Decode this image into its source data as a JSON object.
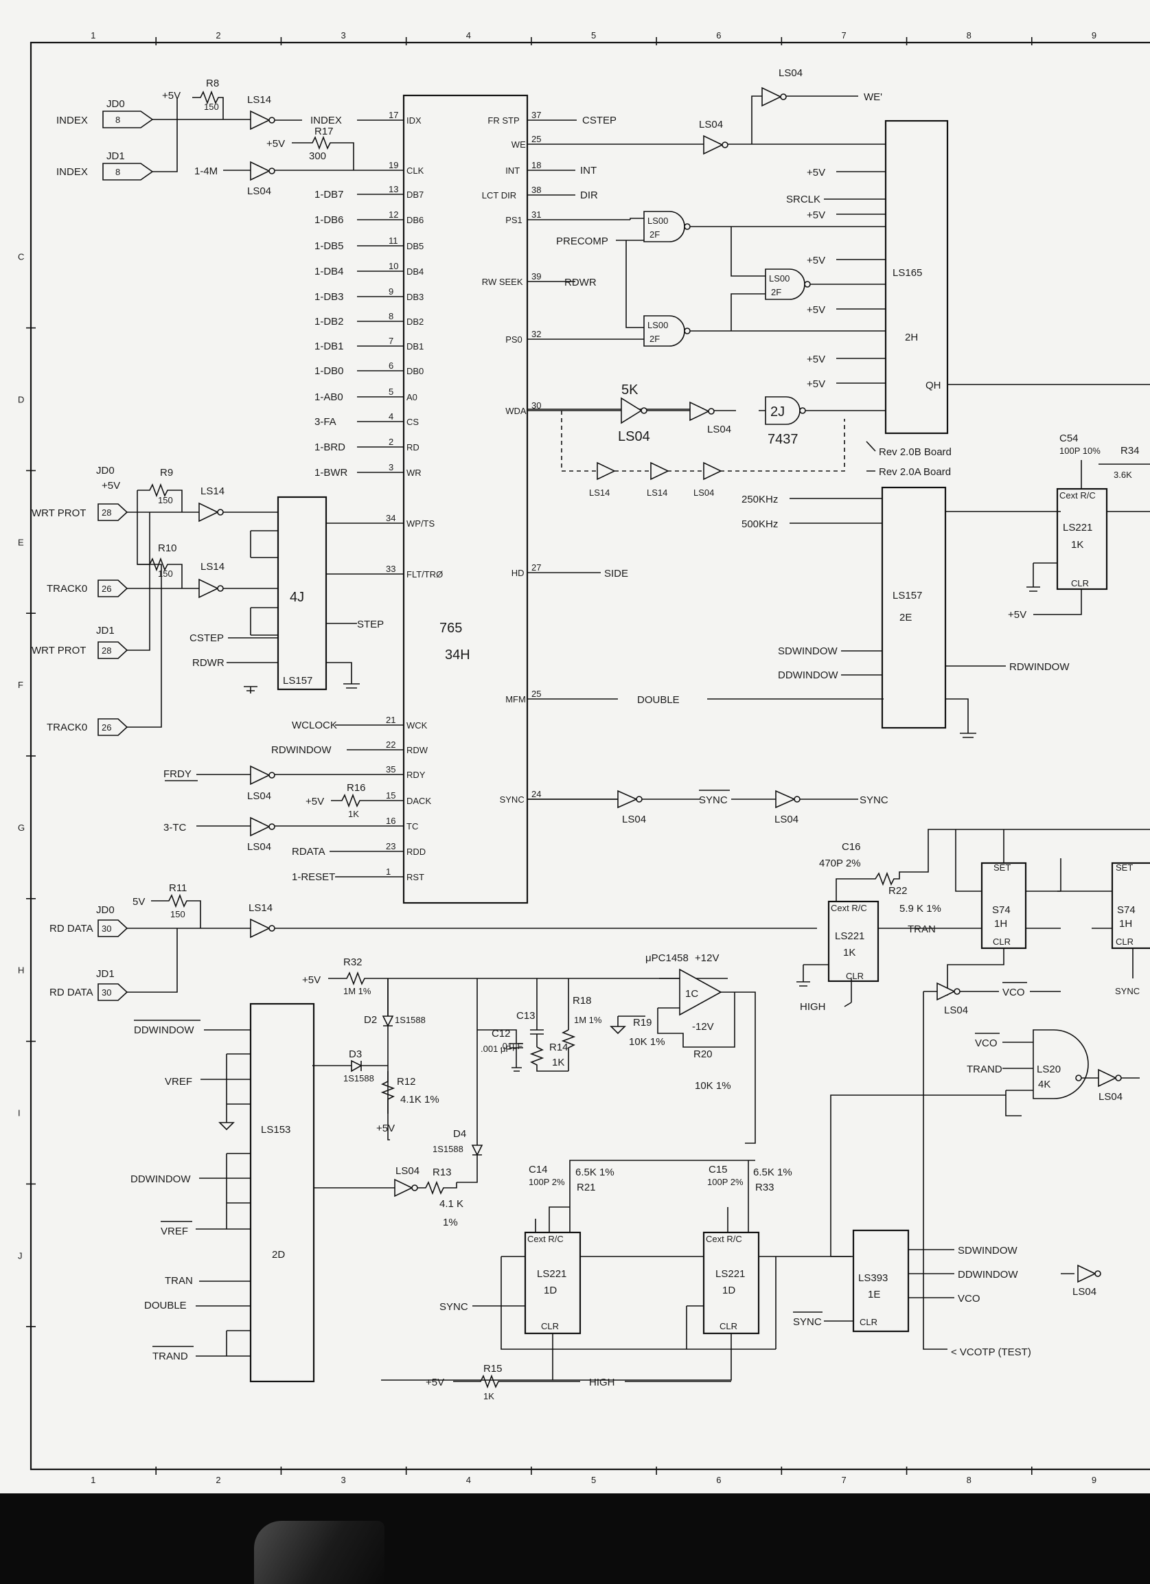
{
  "ruler": {
    "columns": [
      "1",
      "2",
      "3",
      "4",
      "5",
      "6",
      "7",
      "8",
      "9"
    ],
    "rows": [
      "C",
      "D",
      "E",
      "F",
      "G",
      "H",
      "I",
      "J"
    ]
  },
  "ic765": {
    "name": "765",
    "ref": "34H",
    "left_pins": [
      {
        "signal": "INDEX",
        "num": "17",
        "pin": "IDX"
      },
      {
        "signal": "",
        "num": "19",
        "pin": "CLK"
      },
      {
        "signal": "1-DB7",
        "num": "13",
        "pin": "DB7"
      },
      {
        "signal": "1-DB6",
        "num": "12",
        "pin": "DB6"
      },
      {
        "signal": "1-DB5",
        "num": "11",
        "pin": "DB5"
      },
      {
        "signal": "1-DB4",
        "num": "10",
        "pin": "DB4"
      },
      {
        "signal": "1-DB3",
        "num": "9",
        "pin": "DB3"
      },
      {
        "signal": "1-DB2",
        "num": "8",
        "pin": "DB2"
      },
      {
        "signal": "1-DB1",
        "num": "7",
        "pin": "DB1"
      },
      {
        "signal": "1-DB0",
        "num": "6",
        "pin": "DB0"
      },
      {
        "signal": "1-AB0",
        "num": "5",
        "pin": "A0"
      },
      {
        "signal": "3-FA",
        "num": "4",
        "pin": "CS"
      },
      {
        "signal": "1-BRD",
        "num": "2",
        "pin": "RD"
      },
      {
        "signal": "1-BWR",
        "num": "3",
        "pin": "WR"
      }
    ],
    "left_pins_low": [
      {
        "signal": "",
        "num": "34",
        "pin": "WP/TS"
      },
      {
        "signal": "",
        "num": "33",
        "pin": "FLT/TRØ"
      },
      {
        "signal": "WCLOCK",
        "num": "21",
        "pin": "WCK"
      },
      {
        "signal": "RDWINDOW",
        "num": "22",
        "pin": "RDW"
      },
      {
        "signal": "",
        "num": "35",
        "pin": "RDY"
      },
      {
        "signal": "",
        "num": "15",
        "pin": "DACK"
      },
      {
        "signal": "",
        "num": "16",
        "pin": "TC"
      },
      {
        "signal": "RDATA",
        "num": "23",
        "pin": "RDD"
      },
      {
        "signal": "1-RESET",
        "num": "1",
        "pin": "RST"
      }
    ],
    "right_pins": [
      {
        "pin": "FR STP",
        "num": "37",
        "signal": "CSTEP"
      },
      {
        "pin": "WE",
        "num": "25",
        "signal": ""
      },
      {
        "pin": "INT",
        "num": "18",
        "signal": "INT"
      },
      {
        "pin": "LCT DIR",
        "num": "38",
        "signal": "DIR"
      },
      {
        "pin": "PS1",
        "num": "31",
        "signal": ""
      },
      {
        "pin": "RW SEEK",
        "num": "39",
        "signal": "RDWR"
      },
      {
        "pin": "PS0",
        "num": "32",
        "signal": ""
      },
      {
        "pin": "WDA",
        "num": "30",
        "signal": ""
      },
      {
        "pin": "HD",
        "num": "27",
        "signal": "SIDE"
      },
      {
        "pin": "MFM",
        "num": "25",
        "signal": "DOUBLE"
      },
      {
        "pin": "SYNC",
        "num": "24",
        "signal": ""
      }
    ]
  },
  "connectors": [
    {
      "name": "INDEX",
      "jack": "JD0",
      "pin": "8"
    },
    {
      "name": "INDEX",
      "jack": "JD1",
      "pin": "8"
    },
    {
      "name": "WRT PROT",
      "jack": "JD0",
      "pin": "28"
    },
    {
      "name": "TRACK0",
      "jack": "",
      "pin": "26"
    },
    {
      "name": "WRT PROT",
      "jack": "JD1",
      "pin": "28"
    },
    {
      "name": "TRACK0",
      "jack": "",
      "pin": "26"
    },
    {
      "name": "RD DATA",
      "jack": "JD0",
      "pin": "30"
    },
    {
      "name": "RD DATA",
      "jack": "JD1",
      "pin": "30"
    }
  ],
  "labels": {
    "r8": "R8",
    "r8v": "150",
    "plus5": "+5V",
    "ls14": "LS14",
    "ls04": "LS04",
    "r17": "R17",
    "r17v": "300",
    "clk4m": "1-4M",
    "r9": "R9",
    "r9v": "150",
    "r10": "R10",
    "r10v": "150",
    "ic4j": "4J",
    "ls157": "LS157",
    "step": "STEP",
    "cstep": "CSTEP",
    "rdwr": "RDWR",
    "frdy": "FRDY",
    "r16": "R16",
    "r16v": "1K",
    "tc": "3-TC",
    "r11": "R11",
    "r11v": "150",
    "fivev": "5V",
    "we_prime": "WE'",
    "precomp": "PRECOMP",
    "ls00": "LS00",
    "ic2f": "2F",
    "ls165": "LS165",
    "ic2h": "2H",
    "srclk": "SRCLK",
    "qh": "QH",
    "r5k": "5K",
    "ic2j": "2J",
    "ic7437": "7437",
    "rev20b": "Rev 2.0B Board",
    "rev20a": "Rev 2.0A Board",
    "f250": "250KHz",
    "f500": "500KHz",
    "ic2e": "2E",
    "sdwindow": "SDWINDOW",
    "ddwindow": "DDWINDOW",
    "rdwindow": "RDWINDOW",
    "double": "DOUBLE",
    "sync_bar": "SYNC",
    "sync": "SYNC",
    "c54": "C54",
    "c54v": "100P 10%",
    "r34": "R34",
    "r34v": "3.6K",
    "ls221": "LS221",
    "k1": "1K",
    "cext": "Cext R/C",
    "c16": "C16",
    "c16v": "470P 2%",
    "r22": "R22",
    "r22v": "5.9 K 1%",
    "tran": "TRAN",
    "s74": "S74",
    "ic1h": "1H",
    "set": "SET",
    "clr": "CLR",
    "high": "HIGH",
    "vco": "VCO",
    "trand": "TRAND",
    "ls20": "LS20",
    "ic4k": "4K",
    "r32": "R32",
    "r32v": "1M 1%",
    "d2": "D2",
    "d3": "D3",
    "d4": "D4",
    "diode": "1S1588",
    "r12": "R12",
    "r12v": "4.1K 1%",
    "r13": "R13",
    "r13v": "4.1 K",
    "r13t": "1%",
    "c13": "C13",
    "c13v": ".01μF",
    "c12": "C12",
    "c12v": ".001 μF",
    "r18": "R18",
    "r18v": "1M 1%",
    "r14": "R14",
    "r14v": "1K",
    "opamp": "μPC1458",
    "plus12": "+12V",
    "minus12": "-12V",
    "ic1c": "1C",
    "r19": "R19",
    "r19v": "10K 1%",
    "r20": "R20",
    "r20v": "10K 1%",
    "ls153": "LS153",
    "ic2d": "2D",
    "vref": "VREF",
    "tran2": "TRAN",
    "c14": "C14",
    "c14v": "100P 2%",
    "r21": "R21",
    "r21v": "6.5K 1%",
    "c15": "C15",
    "c15v": "100P 2%",
    "r33": "R33",
    "r33v": "6.5K 1%",
    "ic1d": "1D",
    "ls393": "LS393",
    "ic1e": "1E",
    "r15": "R15",
    "r15v": "1K",
    "vcotp": "< VCOTP (TEST)"
  }
}
